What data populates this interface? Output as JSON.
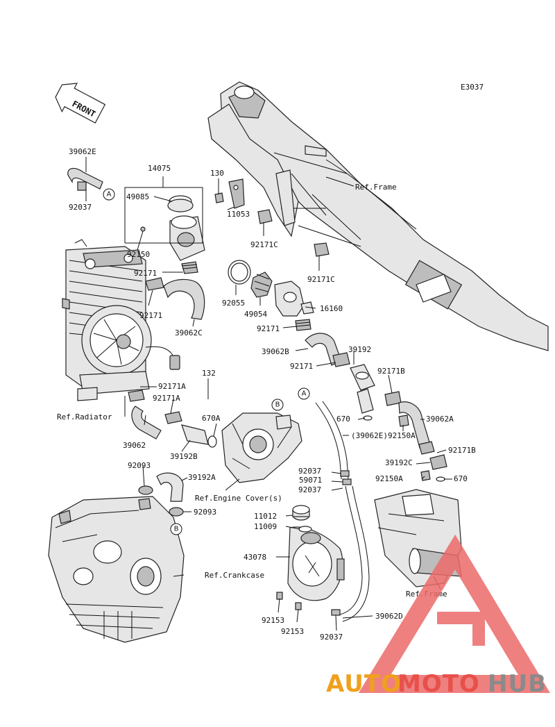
{
  "diagram_code": "E3037",
  "front_label": "FRONT",
  "labels": {
    "p39062E": "39062E",
    "p92037_top": "92037",
    "p14075": "14075",
    "p49085": "49085",
    "p130": "130",
    "p11053": "11053",
    "p92171C_a": "92171C",
    "p92171C_b": "92171C",
    "p92150": "92150",
    "p92171_a": "92171",
    "p92171_b": "92171",
    "p92055": "92055",
    "p49054": "49054",
    "p16160": "16160",
    "p92171_c": "92171",
    "p39062C": "39062C",
    "p39062B": "39062B",
    "p39192": "39192",
    "p92171_d": "92171",
    "p92171B_a": "92171B",
    "p132": "132",
    "p92171A_a": "92171A",
    "p92171A_b": "92171A",
    "p670A": "670A",
    "p670_a": "670",
    "p39062A": "39062A",
    "p39062E_ref": "(39062E)",
    "p92150A_a": "92150A",
    "p92171B_b": "92171B",
    "p39062": "39062",
    "p39192B": "39192B",
    "p92093_a": "92093",
    "p39192A": "39192A",
    "p92037_mid": "92037",
    "p59071": "59071",
    "p92037_mid2": "92037",
    "p39192C": "39192C",
    "p92150A_b": "92150A",
    "p670_b": "670",
    "p92093_b": "92093",
    "p11012": "11012",
    "p11009": "11009",
    "p43078": "43078",
    "p92153_a": "92153",
    "p92153_b": "92153",
    "p92037_bot": "92037",
    "p39062D": "39062D"
  },
  "refs": {
    "frame_top": "Ref.Frame",
    "radiator": "Ref.Radiator",
    "engine_cover": "Ref.Engine Cover(s)",
    "crankcase": "Ref.Crankcase",
    "frame_bottom": "Ref.Frame"
  },
  "callouts": {
    "a1": "A",
    "a2": "A",
    "b1": "B",
    "b2": "B"
  },
  "watermark": {
    "part1": "AUTO",
    "part2": "MOTO",
    "part3": "HUB"
  },
  "colors": {
    "watermark_orange": "#f0a01e",
    "watermark_red": "#e8504a",
    "watermark_gray": "#8a8a8a",
    "watermark_triangle": "#ec6b6b"
  }
}
